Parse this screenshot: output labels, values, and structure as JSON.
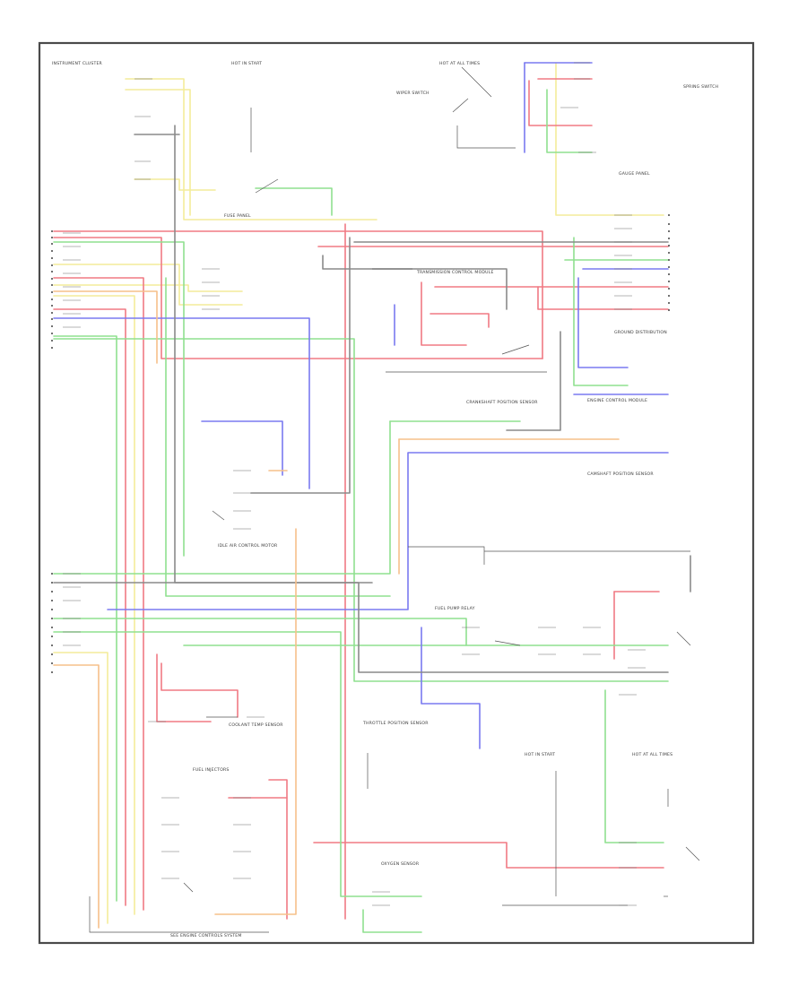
{
  "colors": {
    "frame": "#4a4a4a",
    "yellow": "#f4ec9a",
    "red": "#f07a84",
    "green": "#8fe08f",
    "blue": "#7a7af0",
    "gray": "#8a8a8a",
    "orange": "#f6c08a",
    "black": "#555555"
  },
  "diagram": {
    "top_left_title": "INSTRUMENT CLUSTER",
    "hot_at_all_times_top": "HOT AT ALL TIMES",
    "hot_in_start_run_top": "HOT IN START",
    "spring_switch": "SPRING SWITCH",
    "gauge_panel": "GAUGE PANEL",
    "wiper_switch": "WIPER SWITCH",
    "fuse_panel": "FUSE PANEL",
    "transmission_module": "TRANSMISSION CONTROL MODULE",
    "ground_distribution": "GROUND DISTRIBUTION",
    "engine_control_module": "ENGINE CONTROL MODULE",
    "fuel_pump_relay": "FUEL PUMP RELAY",
    "fuel_injectors": "FUEL INJECTORS",
    "crankshaft_sensor": "CRANKSHAFT POSITION SENSOR",
    "camshaft_sensor": "CAMSHAFT POSITION SENSOR",
    "idle_air_control": "IDLE AIR CONTROL MOTOR",
    "throttle_position": "THROTTLE POSITION SENSOR",
    "coolant_temp": "COOLANT TEMP SENSOR",
    "oxygen_sensor": "OXYGEN SENSOR",
    "hot_at_all_times_bottom": "HOT AT ALL TIMES",
    "hot_in_start_bottom": "HOT IN START",
    "bottom_caption": "SEE ENGINE CONTROLS SYSTEM"
  }
}
